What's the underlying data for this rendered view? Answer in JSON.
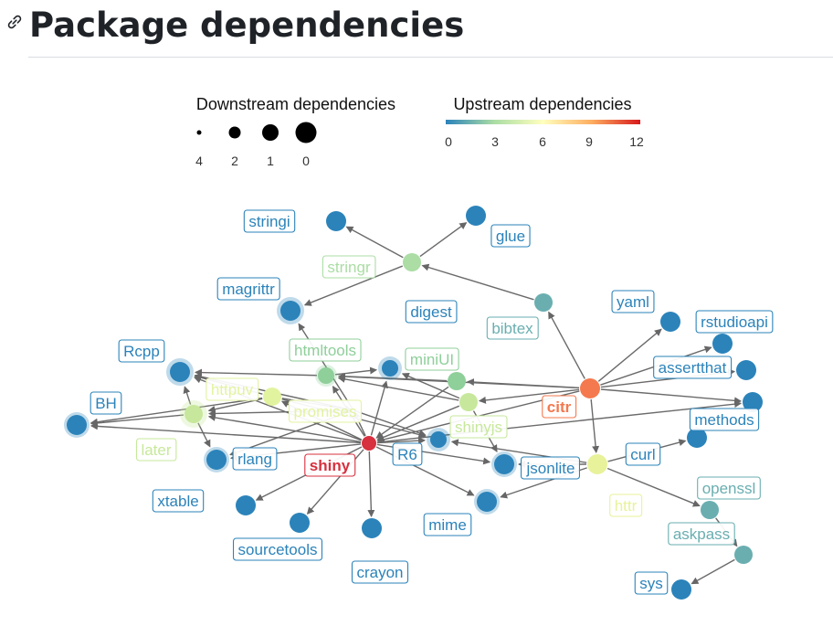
{
  "page": {
    "title": "Package dependencies"
  },
  "legend": {
    "downstream": {
      "title": "Downstream dependencies",
      "levels": [
        "4",
        "2",
        "1",
        "0"
      ]
    },
    "upstream": {
      "title": "Upstream dependencies",
      "ticks": [
        "0",
        "3",
        "6",
        "9",
        "12"
      ],
      "colors": [
        "#2b83ba",
        "#abdda4",
        "#ffffbf",
        "#fdae61",
        "#d7191c"
      ]
    }
  },
  "nodes": [
    {
      "id": "stringi",
      "label": "stringi",
      "color": "#2b83ba"
    },
    {
      "id": "glue",
      "label": "glue",
      "color": "#2b83ba"
    },
    {
      "id": "stringr",
      "label": "stringr",
      "color": "#abdda4"
    },
    {
      "id": "magrittr",
      "label": "magrittr",
      "color": "#2b83ba"
    },
    {
      "id": "digest",
      "label": "digest",
      "color": "#2b83ba"
    },
    {
      "id": "bibtex",
      "label": "bibtex",
      "color": "#6aaeb0"
    },
    {
      "id": "yaml",
      "label": "yaml",
      "color": "#2b83ba"
    },
    {
      "id": "rstudioapi",
      "label": "rstudioapi",
      "color": "#2b83ba"
    },
    {
      "id": "Rcpp",
      "label": "Rcpp",
      "color": "#2b83ba"
    },
    {
      "id": "htmltools",
      "label": "htmltools",
      "color": "#8fcf9a"
    },
    {
      "id": "miniUI",
      "label": "miniUI",
      "color": "#8fcf9a"
    },
    {
      "id": "assertthat",
      "label": "assertthat",
      "color": "#2b83ba"
    },
    {
      "id": "httpuv",
      "label": "httpuv",
      "color": "#e2f3a0"
    },
    {
      "id": "BH",
      "label": "BH",
      "color": "#2b83ba"
    },
    {
      "id": "promises",
      "label": "promises",
      "color": "#e2f3a0"
    },
    {
      "id": "citr",
      "label": "citr",
      "color": "#f4794e"
    },
    {
      "id": "methods",
      "label": "methods",
      "color": "#2b83ba"
    },
    {
      "id": "shinyjs",
      "label": "shinyjs",
      "color": "#c7e89c"
    },
    {
      "id": "later",
      "label": "later",
      "color": "#c7e89c"
    },
    {
      "id": "rlang",
      "label": "rlang",
      "color": "#2b83ba"
    },
    {
      "id": "R6",
      "label": "R6",
      "color": "#2b83ba"
    },
    {
      "id": "curl",
      "label": "curl",
      "color": "#2b83ba"
    },
    {
      "id": "shiny",
      "label": "shiny",
      "color": "#d7303f"
    },
    {
      "id": "jsonlite",
      "label": "jsonlite",
      "color": "#2b83ba"
    },
    {
      "id": "httr",
      "label": "httr",
      "color": "#e8f29a"
    },
    {
      "id": "openssl",
      "label": "openssl",
      "color": "#6aaeb0"
    },
    {
      "id": "xtable",
      "label": "xtable",
      "color": "#2b83ba"
    },
    {
      "id": "mime",
      "label": "mime",
      "color": "#2b83ba"
    },
    {
      "id": "askpass",
      "label": "askpass",
      "color": "#6aaeb0"
    },
    {
      "id": "sourcetools",
      "label": "sourcetools",
      "color": "#2b83ba"
    },
    {
      "id": "crayon",
      "label": "crayon",
      "color": "#2b83ba"
    },
    {
      "id": "sys",
      "label": "sys",
      "color": "#2b83ba"
    }
  ],
  "edges": [
    [
      "stringr",
      "stringi"
    ],
    [
      "stringr",
      "glue"
    ],
    [
      "stringr",
      "magrittr"
    ],
    [
      "bibtex",
      "stringr"
    ],
    [
      "citr",
      "bibtex"
    ],
    [
      "citr",
      "yaml"
    ],
    [
      "citr",
      "rstudioapi"
    ],
    [
      "citr",
      "assertthat"
    ],
    [
      "citr",
      "methods"
    ],
    [
      "citr",
      "httr"
    ],
    [
      "citr",
      "miniUI"
    ],
    [
      "citr",
      "shinyjs"
    ],
    [
      "citr",
      "htmltools"
    ],
    [
      "citr",
      "shiny"
    ],
    [
      "httr",
      "curl"
    ],
    [
      "httr",
      "jsonlite"
    ],
    [
      "httr",
      "mime"
    ],
    [
      "httr",
      "openssl"
    ],
    [
      "httr",
      "R6"
    ],
    [
      "openssl",
      "askpass"
    ],
    [
      "askpass",
      "sys"
    ],
    [
      "shiny",
      "httpuv"
    ],
    [
      "shiny",
      "mime"
    ],
    [
      "shiny",
      "jsonlite"
    ],
    [
      "shiny",
      "xtable"
    ],
    [
      "shiny",
      "digest"
    ],
    [
      "shiny",
      "htmltools"
    ],
    [
      "shiny",
      "R6"
    ],
    [
      "shiny",
      "sourcetools"
    ],
    [
      "shiny",
      "later"
    ],
    [
      "shiny",
      "promises"
    ],
    [
      "shiny",
      "crayon"
    ],
    [
      "shiny",
      "rlang"
    ],
    [
      "shiny",
      "methods"
    ],
    [
      "shiny",
      "BH"
    ],
    [
      "shiny",
      "Rcpp"
    ],
    [
      "miniUI",
      "shiny"
    ],
    [
      "miniUI",
      "htmltools"
    ],
    [
      "shinyjs",
      "shiny"
    ],
    [
      "shinyjs",
      "jsonlite"
    ],
    [
      "shinyjs",
      "digest"
    ],
    [
      "shinyjs",
      "htmltools"
    ],
    [
      "htmltools",
      "digest"
    ],
    [
      "htmltools",
      "Rcpp"
    ],
    [
      "httpuv",
      "Rcpp"
    ],
    [
      "httpuv",
      "BH"
    ],
    [
      "httpuv",
      "later"
    ],
    [
      "httpuv",
      "promises"
    ],
    [
      "httpuv",
      "R6"
    ],
    [
      "promises",
      "R6"
    ],
    [
      "promises",
      "Rcpp"
    ],
    [
      "promises",
      "later"
    ],
    [
      "promises",
      "rlang"
    ],
    [
      "promises",
      "magrittr"
    ],
    [
      "later",
      "Rcpp"
    ],
    [
      "later",
      "BH"
    ],
    [
      "later",
      "rlang"
    ]
  ]
}
